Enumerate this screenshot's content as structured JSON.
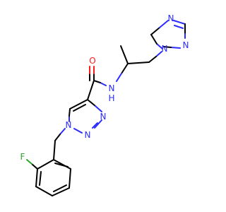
{
  "molecule": {
    "atoms": {
      "oxygen": "O",
      "amide_n": "N",
      "amide_h": "H",
      "triazole1_n1": "N",
      "triazole1_n2": "N",
      "triazole1_n3": "N",
      "triazole2_n1": "N",
      "triazole2_n2": "N",
      "triazole2_n4": "N",
      "fluorine": "F"
    },
    "colors": {
      "carbon": "#000000",
      "nitrogen": "#2b2bff",
      "oxygen": "#ff1a1a",
      "fluorine": "#2fa12f"
    }
  }
}
